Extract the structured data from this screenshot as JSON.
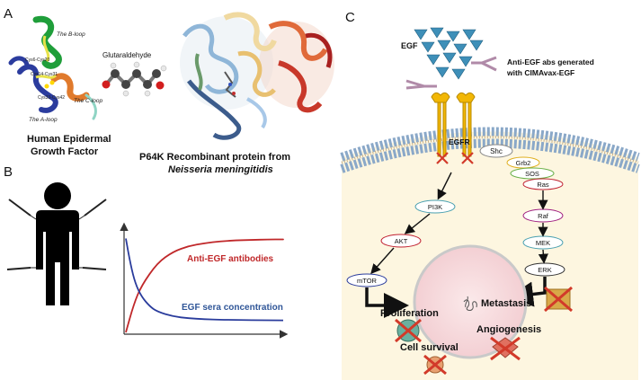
{
  "panels": {
    "a": {
      "letter": "A",
      "loops": {
        "b": "The B-loop",
        "a": "The A-loop",
        "c": "The C-loop"
      },
      "cys": [
        "Cys6-Cys20",
        "Cys14-Cys31",
        "Cys33-Cys42"
      ],
      "glutaraldehyde": "Glutaraldehyde",
      "egf_line1": "Human Epidermal",
      "egf_line2": "Growth Factor",
      "p64k_line1": "P64K Recombinant protein from",
      "p64k_line2": "Neisseria meningitidis"
    },
    "b": {
      "letter": "B",
      "anti_label": "Anti-EGF antibodies",
      "egf_label": "EGF sera concentration"
    },
    "c": {
      "letter": "C",
      "egf": "EGF",
      "abs_line1": "Anti-EGF abs generated",
      "abs_line2": "with CIMAvax-EGF",
      "egfr": "EGFR",
      "nodes": {
        "shc": "Shc",
        "grb2": "Grb2",
        "sos": "SOS",
        "ras": "Ras",
        "pi3k": "PI3K",
        "raf": "Raf",
        "akt": "AKT",
        "mek": "MEK",
        "mtor": "mTOR",
        "erk": "ERK"
      },
      "outcomes": {
        "metastasis": "Metastasis",
        "proliferation": "Proliferation",
        "angiogenesis": "Angiogenesis",
        "cell_survival": "Cell survival"
      }
    }
  },
  "colors": {
    "anti_curve": "#c0282a",
    "egf_curve": "#2a3c9c",
    "anti_text": "#c0282a",
    "egf_text": "#2f5597",
    "receptor": "#f2b705",
    "membrane_head": "#8aa8c8",
    "cytoplasm": "#fdf6e0"
  },
  "chart_data": {
    "type": "line",
    "series": [
      {
        "name": "Anti-EGF antibodies",
        "x": [
          0,
          0.5,
          1,
          2,
          3,
          4,
          5,
          6,
          7,
          8,
          9,
          10
        ],
        "y": [
          0,
          30,
          50,
          74,
          86,
          92,
          95,
          97,
          98,
          98.5,
          99,
          99
        ]
      },
      {
        "name": "EGF sera concentration",
        "x": [
          0,
          0.3,
          0.6,
          1,
          1.5,
          2,
          3,
          4,
          5,
          6,
          8,
          10
        ],
        "y": [
          100,
          72,
          52,
          38,
          28,
          22,
          17,
          15,
          14,
          13.5,
          13,
          12.8
        ]
      }
    ],
    "xlim": [
      0,
      10
    ],
    "ylim": [
      0,
      110
    ],
    "grid": false
  }
}
